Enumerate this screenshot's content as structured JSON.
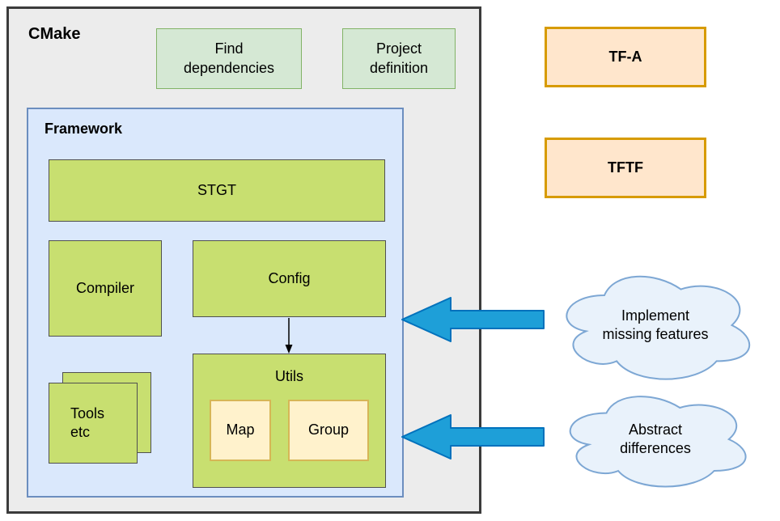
{
  "nodes": {
    "cmake": {
      "label": "CMake"
    },
    "find_dependencies": {
      "label": "Find dependencies"
    },
    "project_definition": {
      "label": "Project definition"
    },
    "framework": {
      "label": "Framework"
    },
    "stgt": {
      "label": "STGT"
    },
    "compiler": {
      "label": "Compiler"
    },
    "config": {
      "label": "Config"
    },
    "utils": {
      "label": "Utils"
    },
    "map": {
      "label": "Map"
    },
    "group": {
      "label": "Group"
    },
    "tools_etc": {
      "label": "Tools\netc"
    },
    "tfa": {
      "label": "TF-A"
    },
    "tftf": {
      "label": "TFTF"
    }
  },
  "annotations": {
    "implement_missing_features": {
      "label": "Implement\nmissing features"
    },
    "abstract_differences": {
      "label": "Abstract\ndifferences"
    }
  },
  "colors": {
    "container_fill": "#ececec",
    "container_stroke": "#3b3b3b",
    "framework_fill": "#dae8fc",
    "framework_stroke": "#6c8ebf",
    "green_fill": "#d5e8d4",
    "green_stroke": "#82b366",
    "lime_fill": "#c8df70",
    "lime_stroke": "#505050",
    "cream_fill": "#fff2cc",
    "cream_stroke": "#d6b656",
    "orange_fill": "#ffe6cc",
    "orange_stroke": "#d79b00",
    "cloud_fill": "#e9f2fb",
    "cloud_stroke": "#7da7d4",
    "arrow_fill": "#1e9fd8",
    "arrow_stroke": "#0071bc"
  }
}
